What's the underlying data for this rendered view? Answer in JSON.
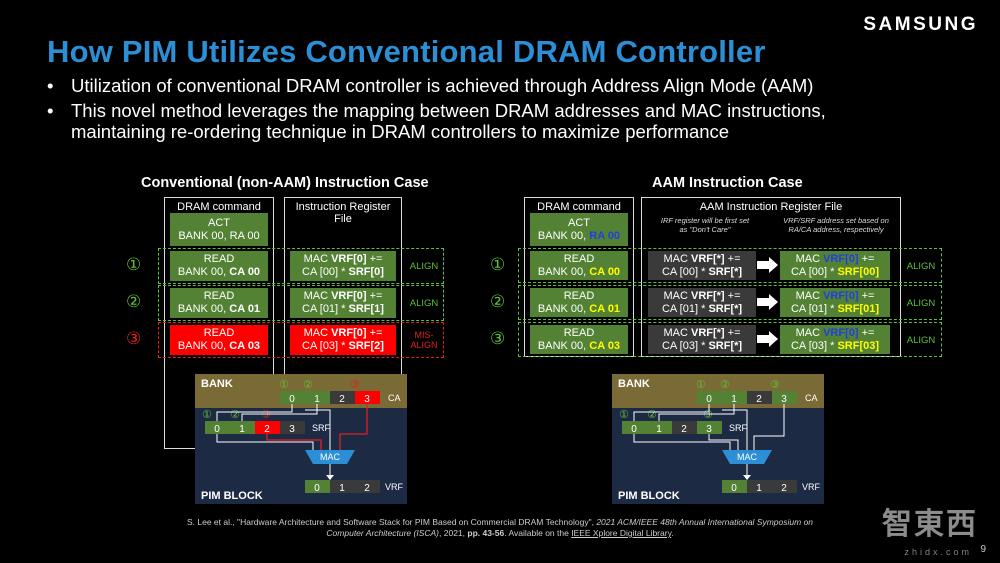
{
  "header": {
    "title": "How PIM Utilizes Conventional DRAM Controller",
    "logo": "SAMSUNG"
  },
  "bullets": [
    {
      "marker": "•",
      "lines": [
        "Utilization of conventional DRAM controller is achieved through Address Align Mode (AAM)"
      ]
    },
    {
      "marker": "•",
      "lines": [
        "This novel method leverages the mapping between DRAM addresses and MAC instructions,",
        "maintaining re-ordering technique in DRAM controllers to maximize performance"
      ]
    }
  ],
  "left": {
    "title": "Conventional (non-AAM) Instruction Case",
    "col_dram": "DRAM command",
    "col_irf_1": "Instruction Register",
    "col_irf_2": "File",
    "act_1": "ACT",
    "act_2": "BANK 00, RA 00",
    "rows": [
      {
        "num": "①",
        "read": "READ",
        "bank": "BANK 00, ",
        "ca": "CA 00",
        "mac_a": "MAC ",
        "mac_b": "VRF[0]",
        "mac_c": " +=",
        "op_a": "CA [00] * ",
        "op_b": "SRF[0]",
        "status": "ALIGN"
      },
      {
        "num": "②",
        "read": "READ",
        "bank": "BANK 00, ",
        "ca": "CA 01",
        "mac_a": "MAC ",
        "mac_b": "VRF[0]",
        "mac_c": " +=",
        "op_a": "CA [01] * ",
        "op_b": "SRF[1]",
        "status": "ALIGN"
      },
      {
        "num": "③",
        "read": "READ",
        "bank": "BANK 00, ",
        "ca": "CA 03",
        "mac_a": "MAC ",
        "mac_b": "VRF[0]",
        "mac_c": " +=",
        "op_a": "CA [03] * ",
        "op_b": "SRF[2]",
        "status_1": "MIS-",
        "status_2": "ALIGN"
      }
    ],
    "diagram": {
      "bank_label": "BANK",
      "ca_label": "CA",
      "srf_label": "SRF",
      "mac_label": "MAC",
      "vrf_label": "VRF",
      "pim_label": "PIM BLOCK",
      "ca_cells": [
        "0",
        "1",
        "2",
        "3"
      ],
      "srf_cells": [
        "0",
        "1",
        "2",
        "3"
      ],
      "vrf_cells": [
        "0",
        "1",
        "2"
      ],
      "marks": [
        "①",
        "②",
        "③"
      ]
    }
  },
  "right": {
    "title": "AAM Instruction Case",
    "col_dram": "DRAM command",
    "col_irf": "AAM Instruction Register File",
    "act_1": "ACT",
    "act_2a": "BANK 00, ",
    "act_2b": "RA 00",
    "note_left_1": "IRF register will be first set",
    "note_left_2": "as \"Don't Care\"",
    "note_right_1": "VRF/SRF address set based on",
    "note_right_2": "RA/CA address, respectively",
    "rows": [
      {
        "num": "①",
        "read": "READ",
        "bank": "BANK 00, ",
        "ca": "CA 00",
        "dc_a": "MAC ",
        "dc_b": "VRF[*]",
        "dc_c": " +=",
        "dc_op_a": "CA [00] * ",
        "dc_op_b": "SRF[*]",
        "mac_a": "MAC ",
        "mac_b": "VRF[0]",
        "mac_c": " +=",
        "op_a": "CA [00] * ",
        "op_b": "SRF[00]",
        "status": "ALIGN"
      },
      {
        "num": "②",
        "read": "READ",
        "bank": "BANK 00, ",
        "ca": "CA 01",
        "dc_a": "MAC ",
        "dc_b": "VRF[*]",
        "dc_c": " +=",
        "dc_op_a": "CA [01] * ",
        "dc_op_b": "SRF[*]",
        "mac_a": "MAC ",
        "mac_b": "VRF[0]",
        "mac_c": " +=",
        "op_a": "CA [01] * ",
        "op_b": "SRF[01]",
        "status": "ALIGN"
      },
      {
        "num": "③",
        "read": "READ",
        "bank": "BANK 00, ",
        "ca": "CA 03",
        "dc_a": "MAC ",
        "dc_b": "VRF[*]",
        "dc_c": " +=",
        "dc_op_a": "CA [03] * ",
        "dc_op_b": "SRF[*]",
        "mac_a": "MAC ",
        "mac_b": "VRF[0]",
        "mac_c": " +=",
        "op_a": "CA [03] * ",
        "op_b": "SRF[03]",
        "status": "ALIGN"
      }
    ],
    "diagram": {
      "bank_label": "BANK",
      "ca_label": "CA",
      "srf_label": "SRF",
      "mac_label": "MAC",
      "vrf_label": "VRF",
      "pim_label": "PIM BLOCK",
      "ca_cells": [
        "0",
        "1",
        "2",
        "3"
      ],
      "srf_cells": [
        "0",
        "1",
        "2",
        "3"
      ],
      "vrf_cells": [
        "0",
        "1",
        "2"
      ],
      "marks": [
        "①",
        "②",
        "③"
      ]
    }
  },
  "citation": {
    "line1_a": "S. Lee et al., \"Hardware Architecture and Software Stack for PIM Based on Commercial DRAM Technology\", ",
    "line1_b": "2021 ACM/IEEE 48th Annual International Symposium on",
    "line2_a": "Computer Architecture (ISCA)",
    "line2_b": ", 2021, ",
    "line2_c": "pp. 43-56",
    "line2_d": ". Available on the ",
    "line2_link": "IEEE Xplore Digital Library",
    "line2_e": "."
  },
  "watermark": {
    "main": "智東西",
    "sub": "zhidx.com"
  },
  "page_number": "9",
  "colors": {
    "title_blue": "#2c8fd6",
    "green": "#548235",
    "red": "#ff0000",
    "yellow": "#ffff00",
    "accent_green": "#5fbf3a",
    "bank_bg": "#7a6a36",
    "pim_bg": "#1d2a44"
  }
}
